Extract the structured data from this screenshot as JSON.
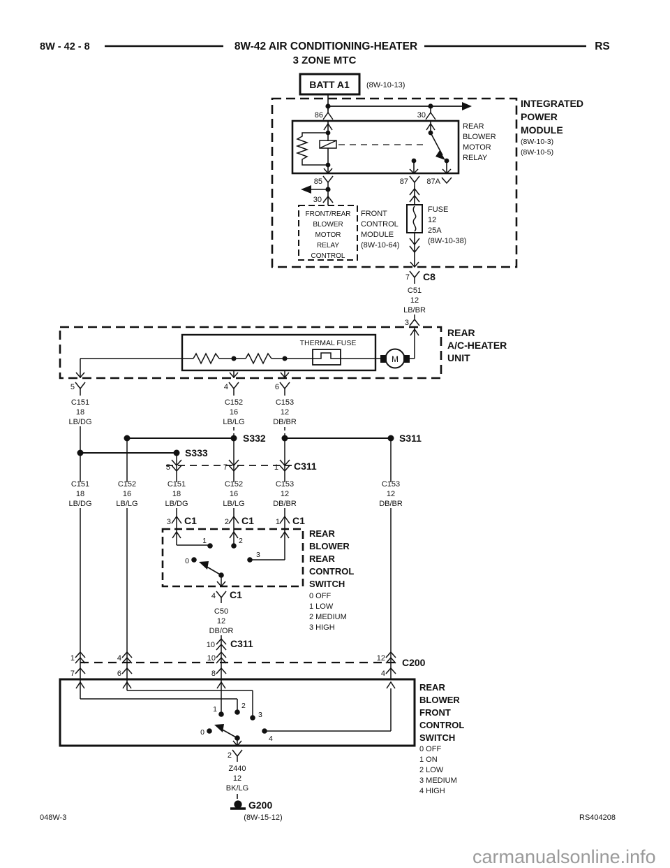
{
  "header": {
    "page_code": "8W - 42 - 8",
    "title": "8W-42 AIR CONDITIONING-HEATER",
    "subtitle": "3 ZONE MTC",
    "section_code": "RS"
  },
  "battery": {
    "label": "BATT A1",
    "ref": "(8W-10-13)"
  },
  "ipm": {
    "name": [
      "INTEGRATED",
      "POWER",
      "MODULE"
    ],
    "refs": [
      "(8W-10-3)",
      "(8W-10-5)"
    ],
    "relay": {
      "name": [
        "REAR",
        "BLOWER",
        "MOTOR",
        "RELAY"
      ],
      "pin86": "86",
      "pin30": "30",
      "pin85": "85",
      "pin87": "87",
      "pin87a": "87A",
      "pin30b": "30"
    },
    "relay_control": [
      "FRONT/REAR",
      "BLOWER",
      "MOTOR",
      "RELAY",
      "CONTROL"
    ],
    "fcm": [
      "FRONT",
      "CONTROL",
      "MODULE",
      "(8W-10-64)"
    ],
    "fuse": {
      "name": "FUSE",
      "number": "12",
      "rating": "25A",
      "ref": "(8W-10-38)"
    },
    "c8": {
      "pin": "7",
      "name": "C8"
    }
  },
  "wires": {
    "c51": [
      "C51",
      "12",
      "LB/BR"
    ],
    "c151a": [
      "C151",
      "18",
      "LB/DG"
    ],
    "c152a": [
      "C152",
      "16",
      "LB/LG"
    ],
    "c153a": [
      "C153",
      "12",
      "DB/BR"
    ],
    "c151b": [
      "C151",
      "18",
      "LB/DG"
    ],
    "c152b": [
      "C152",
      "16",
      "LB/LG"
    ],
    "c151c": [
      "C151",
      "18",
      "LB/DG"
    ],
    "c152c": [
      "C152",
      "16",
      "LB/LG"
    ],
    "c153b": [
      "C153",
      "12",
      "DB/BR"
    ],
    "c153c": [
      "C153",
      "12",
      "DB/BR"
    ],
    "c50": [
      "C50",
      "12",
      "DB/OR"
    ],
    "z440": [
      "Z440",
      "12",
      "BK/LG"
    ]
  },
  "rear_unit": {
    "name": [
      "REAR",
      "A/C-HEATER",
      "UNIT"
    ],
    "thermal_fuse": "THERMAL FUSE",
    "motor": "M",
    "pin_in": "3",
    "pin5": "5",
    "pin4": "4",
    "pin6": "6"
  },
  "splices": {
    "s332": "S332",
    "s311": "S311",
    "s333": "S333"
  },
  "c311": {
    "name": "C311",
    "pin5": "5",
    "pin7": "7",
    "pin1": "1",
    "pin10": "10",
    "pin10b": "10"
  },
  "c1": {
    "name": "C1",
    "pin3": "3",
    "pin2": "2",
    "pin1": "1",
    "pin4": "4"
  },
  "rear_switch": {
    "name": [
      "REAR",
      "BLOWER",
      "REAR",
      "CONTROL",
      "SWITCH"
    ],
    "positions": [
      "0 OFF",
      "1 LOW",
      "2 MEDIUM",
      "3 HIGH"
    ],
    "c1": "1",
    "c2": "2",
    "c3": "3",
    "c0": "0"
  },
  "c200": {
    "name": "C200",
    "u1": "1",
    "u2": "4",
    "u3": "10",
    "u4": "12",
    "l1": "7",
    "l2": "6",
    "l3": "8",
    "l4": "4"
  },
  "front_switch": {
    "name": [
      "REAR",
      "BLOWER",
      "FRONT",
      "CONTROL",
      "SWITCH"
    ],
    "positions": [
      "0 OFF",
      "1 ON",
      "2 LOW",
      "3 MEDIUM",
      "4 HIGH"
    ],
    "c1": "1",
    "c2": "2",
    "c3": "3",
    "c4": "4",
    "c0": "0",
    "out_pin": "2"
  },
  "ground": {
    "name": "G200",
    "ref": "(8W-15-12)"
  },
  "footer": {
    "left_code": "048W-3",
    "right_code": "RS404208"
  },
  "watermark": "carmanualsonline.info"
}
